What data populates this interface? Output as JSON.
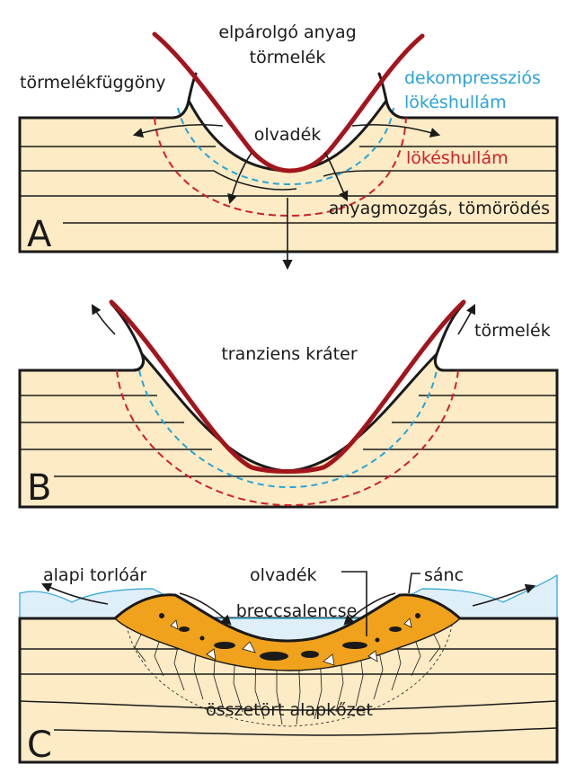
{
  "panels": {
    "a": {
      "letter": "A",
      "labels": {
        "vapor": "elpárolgó anyag",
        "debris": "törmelék",
        "debris_curtain": "törmelékfüggöny",
        "decompression_1": "dekompressziós",
        "decompression_2": "lökéshullám",
        "melt": "olvadék",
        "shockwave": "lökéshullám",
        "movement": "anyagmozgás, tömörödés"
      }
    },
    "b": {
      "letter": "B",
      "labels": {
        "transient": "tranziens kráter",
        "debris": "törmelék"
      }
    },
    "c": {
      "letter": "C",
      "labels": {
        "base_surge": "alapi torlóár",
        "melt": "olvadék",
        "rim": "sánc",
        "breccia": "breccsalencse",
        "fractured": "összetört alapkőzet"
      }
    }
  },
  "colors": {
    "strata_fill": "#fcebc4",
    "crater_wall": "#a3141c",
    "shockwave": "#d0202a",
    "decompression": "#29a3d6",
    "breccia": "#f0a21c"
  }
}
